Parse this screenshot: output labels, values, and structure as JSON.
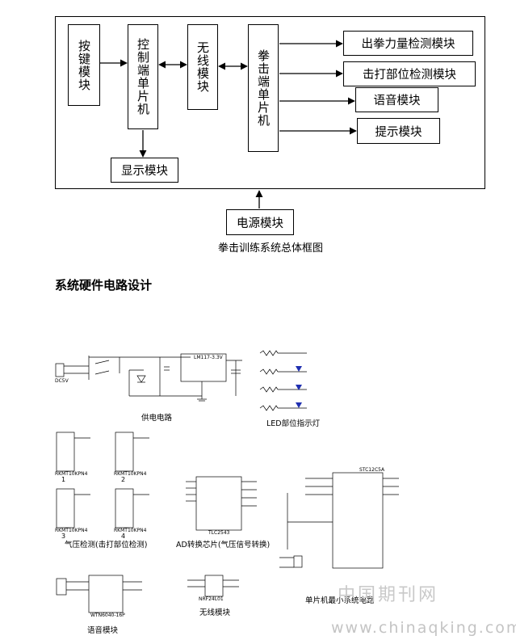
{
  "block_diagram": {
    "caption": "拳击训练系统总体框图",
    "keys": "按键模块",
    "control_mcu": "控制端单片机",
    "wireless": "无线模块",
    "boxing_mcu": "拳击端单片机",
    "display": "显示模块",
    "power": "电源模块",
    "punch_force": "出拳力量检测模块",
    "hit_position": "击打部位检测模块",
    "voice": "语音模块",
    "prompt": "提示模块"
  },
  "section_title": "系统硬件电路设计",
  "schematic": {
    "power_caption": "供电电路",
    "led_caption": "LED部位指示灯",
    "pressure_caption": "气压检测(击打部位检测)",
    "ad_caption": "AD转换芯片(气压信号转换)",
    "mcu_caption": "单片机最小系统电路",
    "voice_caption": "语音模块",
    "wireless_caption": "无线模块",
    "regulator": "LM117-3.3V",
    "dc_label": "DC5V",
    "sensor_part": "RKMT10KPN4",
    "sensor_numbers": [
      "1",
      "2",
      "3",
      "4"
    ],
    "ad_chip": "TLC2543",
    "mcu_chip": "STC12C5A",
    "voice_chip": "WTN6040-16P",
    "wireless_chip": "NRF24L01"
  },
  "watermark": {
    "cn": "中国期刊网",
    "url": "www.chinaqking.com"
  }
}
